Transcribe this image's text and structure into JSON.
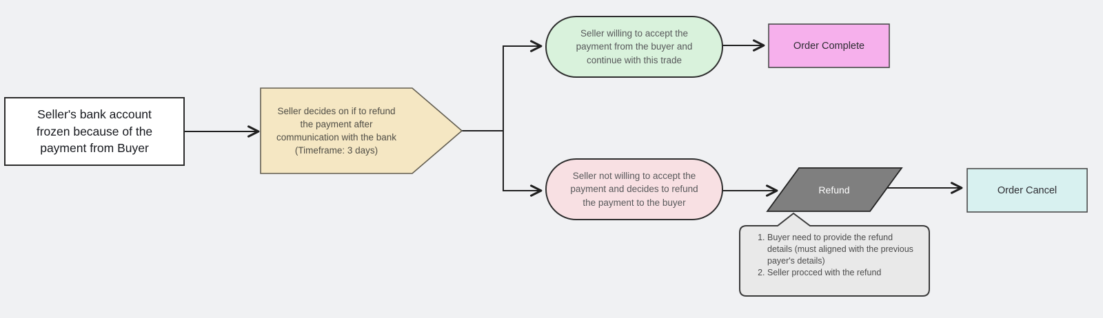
{
  "diagram": {
    "type": "flowchart",
    "nodes": {
      "start": {
        "label": "Seller's bank account frozen because of the payment from Buyer"
      },
      "decision": {
        "label": "Seller decides on if to refund the payment after communication with the bank (Timeframe: 3 days)"
      },
      "accept": {
        "label": "Seller willing to accept the payment from the buyer and continue with this trade"
      },
      "order_complete": {
        "label": "Order Complete"
      },
      "reject": {
        "label": "Seller not willing to accept the payment and decides to refund the payment to the buyer"
      },
      "refund": {
        "label": "Refund"
      },
      "order_cancel": {
        "label": "Order Cancel"
      }
    },
    "note": {
      "items": [
        "Buyer need to provide the refund details (must aligned with the previous payer's details)",
        "Seller procced with the refund"
      ]
    },
    "colors": {
      "background": "#f0f1f3",
      "start_fill": "#ffffff",
      "decision_fill": "#f5e7c3",
      "accept_fill": "#d9f2dc",
      "complete_fill": "#f6b0ec",
      "reject_fill": "#f8e0e3",
      "refund_fill": "#7f7f7f",
      "cancel_fill": "#d8f1f0",
      "note_fill": "#e9e9e9",
      "line": "#1f1f1f"
    }
  }
}
